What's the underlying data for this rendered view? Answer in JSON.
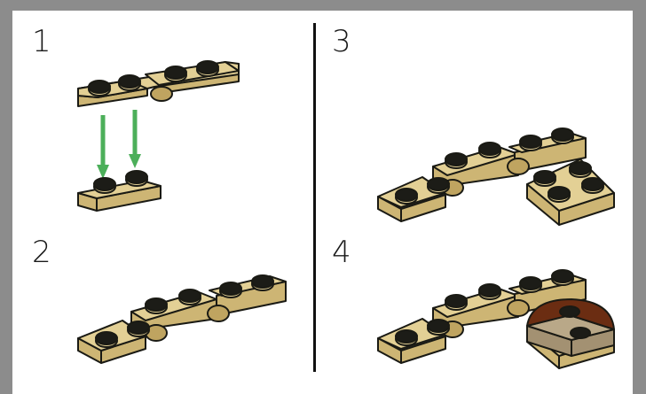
{
  "steps": [
    {
      "number": "1"
    },
    {
      "number": "2"
    },
    {
      "number": "3"
    },
    {
      "number": "4"
    }
  ],
  "colors": {
    "tan_top": "#e3d095",
    "tan_side": "#cdb574",
    "tan_dark": "#bfa460",
    "stud": "#1c1c17",
    "outline": "#1a1a14",
    "arrow": "#4caf5a",
    "brown_top": "#6b2d12",
    "dark_tan_side": "#a39172",
    "dark_tan_top": "#b9a888",
    "background": "#8c8c8c",
    "page": "#ffffff"
  }
}
